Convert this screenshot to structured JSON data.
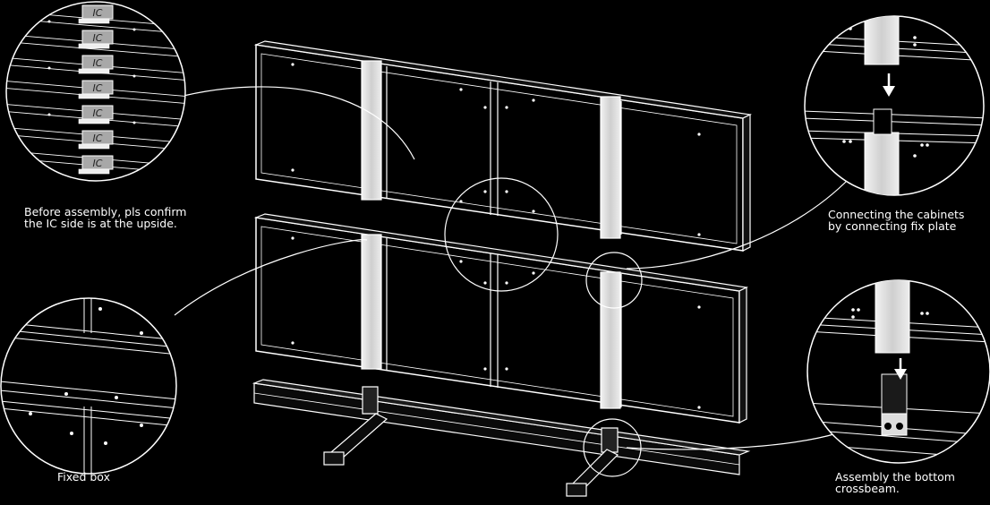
{
  "callouts": {
    "ic_side": {
      "chip_label": "IC",
      "caption_line1": "Before assembly, pls confirm",
      "caption_line2": "the IC side is at the upside."
    },
    "fixed_box": {
      "caption": "Fixed box"
    },
    "connecting": {
      "caption_line1": "Connecting the cabinets",
      "caption_line2": "by connecting fix plate"
    },
    "crossbeam": {
      "caption_line1": "Assembly the bottom",
      "caption_line2": "crossbeam."
    }
  },
  "colors": {
    "background": "#000000",
    "line": "#ffffff",
    "metal": "#d9d9d9",
    "chip": "#a8a8a8"
  }
}
